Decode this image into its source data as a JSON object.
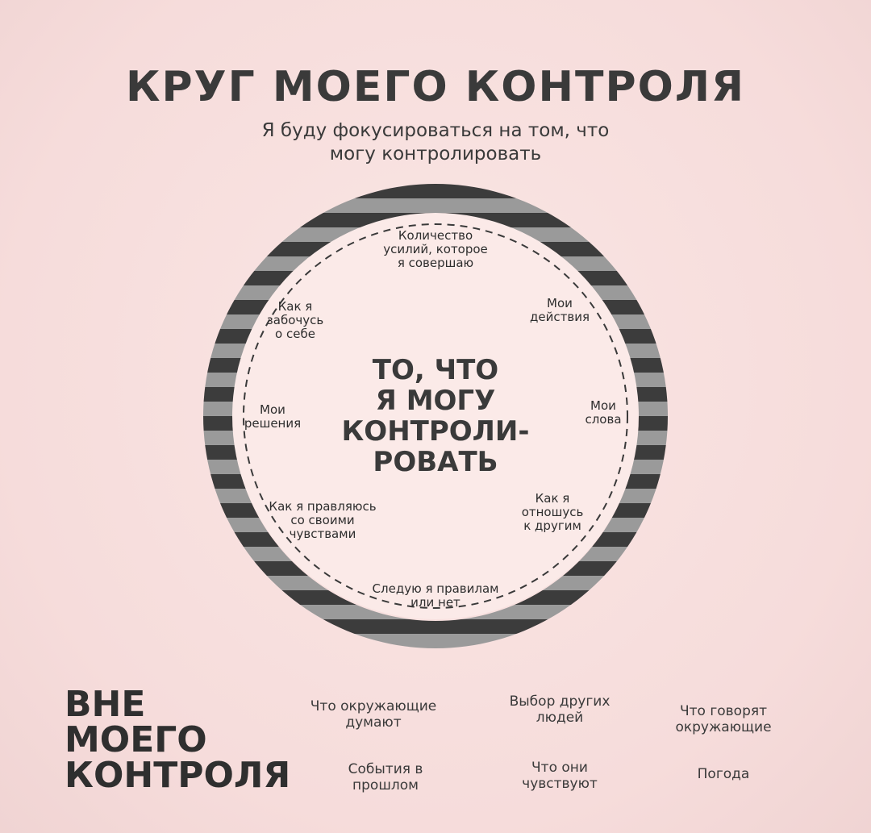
{
  "title": "КРУГ МОЕГО КОНТРОЛЯ",
  "subtitle": [
    "Я буду фокусироваться на том, что",
    "могу контролировать"
  ],
  "center": [
    "ТО, ЧТО",
    "Я МОГУ",
    "КОНТРОЛИ-",
    "РОВАТЬ"
  ],
  "inside_items": {
    "effort": [
      "Количество",
      "усилий, которое",
      "я совершаю"
    ],
    "selfcare": [
      "Как я",
      "забочусь",
      "о себе"
    ],
    "actions": [
      "Мои",
      "действия"
    ],
    "decisions": [
      "Мои",
      "решения"
    ],
    "words": [
      "Мои",
      "слова"
    ],
    "feelings": [
      "Как я правляюсь",
      "со своими",
      "чувствами"
    ],
    "others": [
      "Как я",
      "отношусь",
      "к другим"
    ],
    "rules": [
      "Следую я правилам",
      "или нет"
    ]
  },
  "outside_title": [
    "ВНЕ",
    "МОЕГО",
    "КОНТРОЛЯ"
  ],
  "outside_items": {
    "think": [
      "Что окружающие",
      "думают"
    ],
    "choice": [
      "Выбор других",
      "людей"
    ],
    "say": [
      "Что говорят",
      "окружающие"
    ],
    "past": [
      "События в",
      "прошлом"
    ],
    "feel": [
      "Что они",
      "чувствуют"
    ],
    "weather": [
      "Погода"
    ]
  },
  "colors": {
    "background": "#f8e0df",
    "ring_dark": "#3c3c3c",
    "ring_light": "#9a9a9a",
    "ring_inner": "#fbeae8"
  }
}
